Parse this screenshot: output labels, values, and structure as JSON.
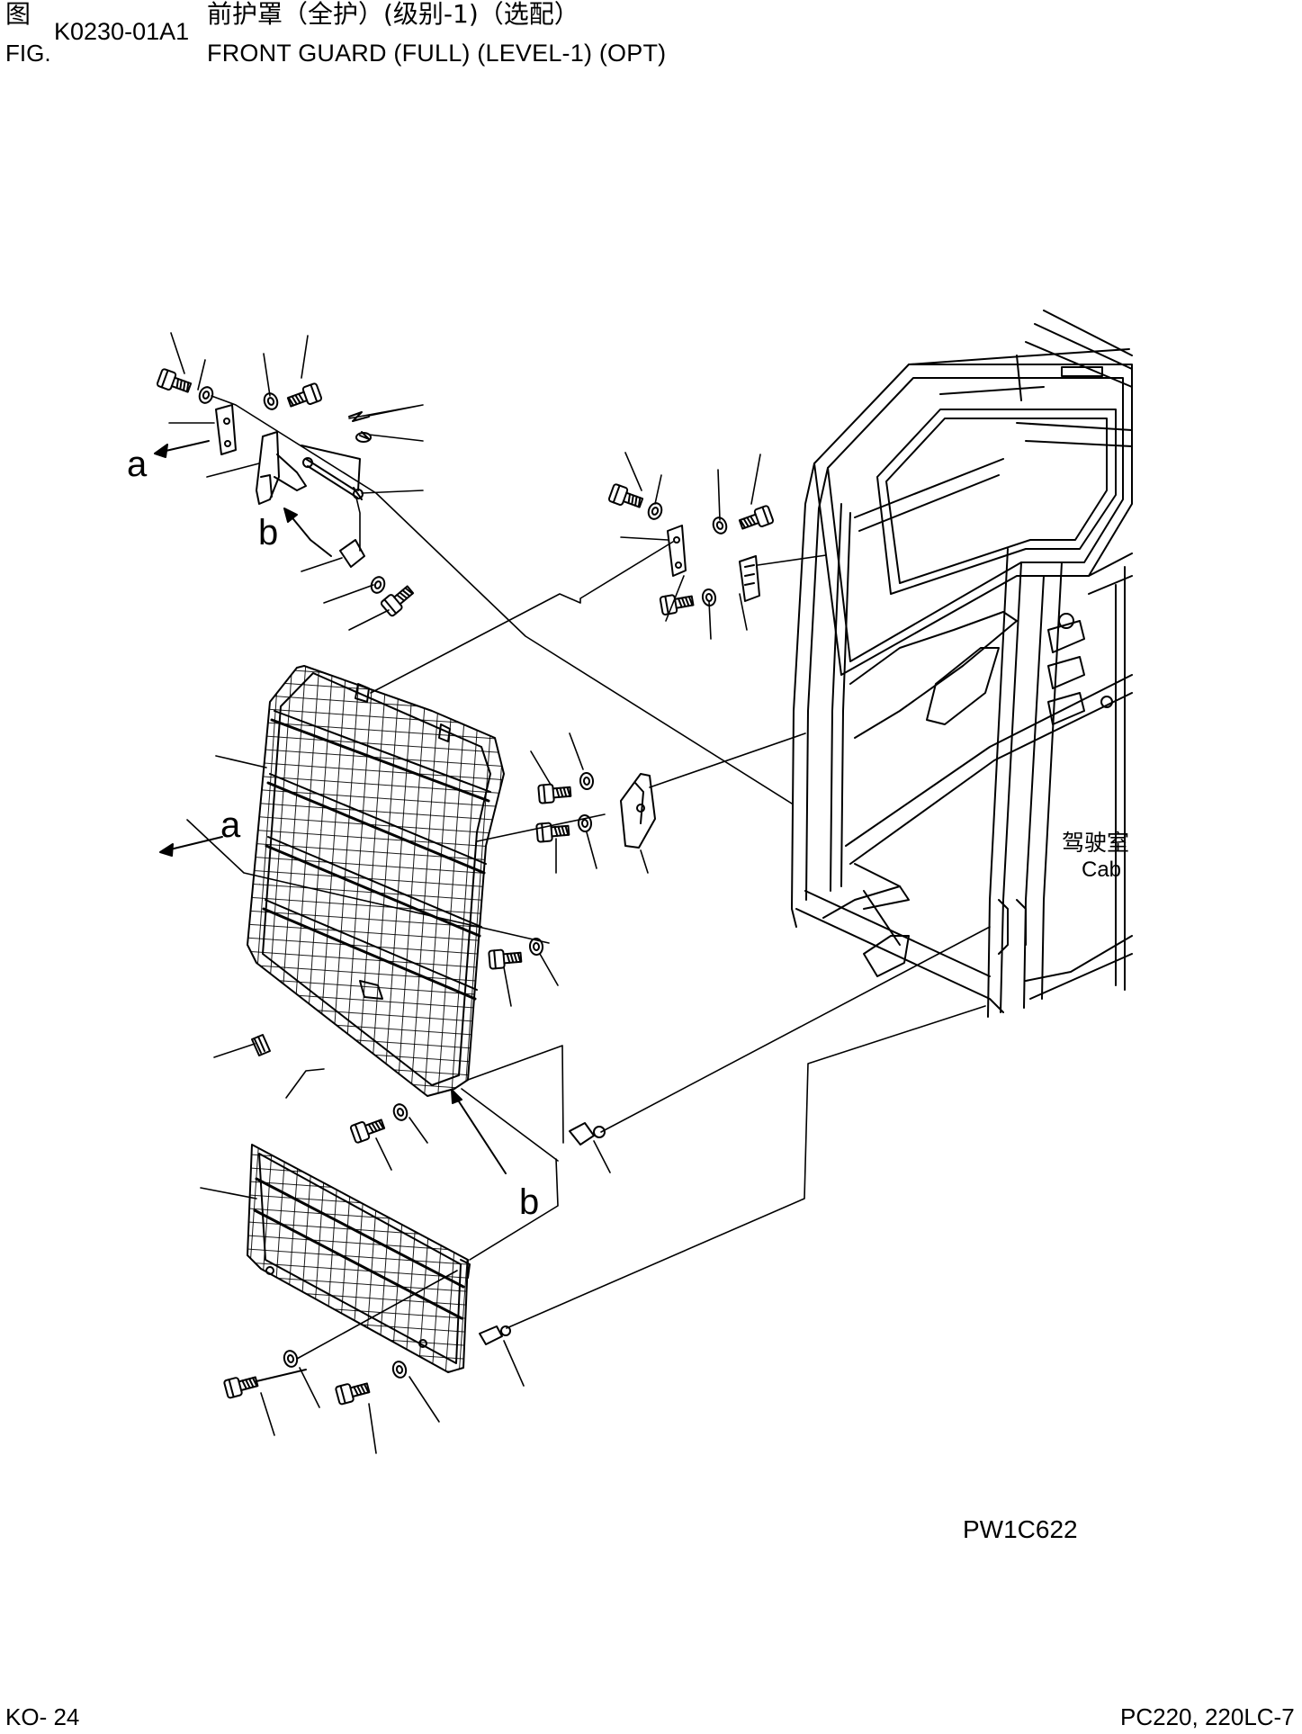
{
  "header": {
    "fig_label_cn": "图",
    "fig_label_en": "FIG.",
    "fig_number": "K0230-01A1",
    "title_cn": "前护罩（全护）(级别-1)（选配）",
    "title_en": "FRONT GUARD (FULL) (LEVEL-1) (OPT)"
  },
  "diagram": {
    "view_markers": [
      "a",
      "b",
      "a",
      "b"
    ],
    "cab_label_cn": "驾驶室",
    "cab_label_en": "Cab",
    "drawing_number": "PW1C622"
  },
  "footer": {
    "page": "KO- 24",
    "model": "PC220, 220LC-7"
  }
}
